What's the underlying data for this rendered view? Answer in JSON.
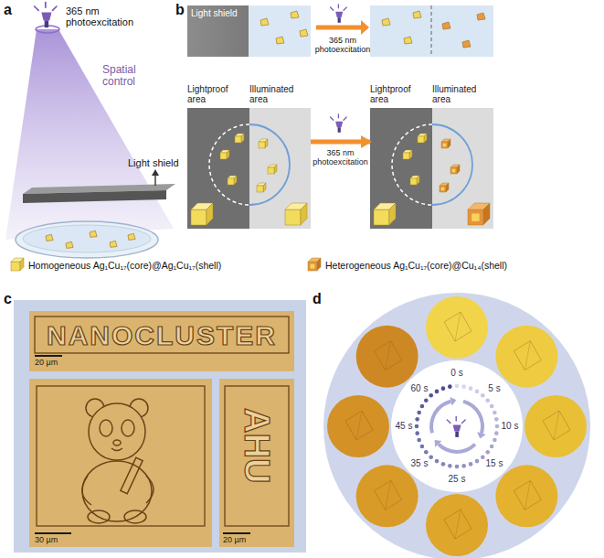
{
  "diagram": {
    "nodes": [
      {
        "text": [
          "Light shield"
        ]
      },
      {
        "text": [
          "Lightproof area"
        ]
      },
      {
        "text": [
          "Illuminated area"
        ]
      },
      {
        "text": [
          "Lightproof area"
        ]
      },
      {
        "text": [
          "Illuminated area"
        ]
      },
      {
        "text": [
          "NANOCLUSTER",
          "20 µm"
        ]
      },
      {
        "text": [
          "30 µm"
        ]
      },
      {
        "text": [
          "AHU",
          "20 µm"
        ]
      }
    ],
    "edges": [
      {
        "from": 2,
        "to": 3,
        "label": "365 nm photoexcitation",
        "arrow": "to"
      }
    ],
    "labels": [
      "a",
      "365 nm photoexcitation",
      "Spatial control",
      "Light shield",
      "b",
      "365 nm photoexcitation",
      "c",
      "d",
      "0 s",
      "5 s",
      "10 s",
      "15 s",
      "25 s",
      "35 s",
      "45 s",
      "60 s"
    ],
    "legend": [
      {
        "text": "Homogeneous Ag₁Cu₁₇(core)@Ag₁Cu₁₇(shell)"
      },
      {
        "text": "Heterogeneous Ag₁Cu₁₇(core)@Cu₁₄(shell)"
      }
    ]
  }
}
